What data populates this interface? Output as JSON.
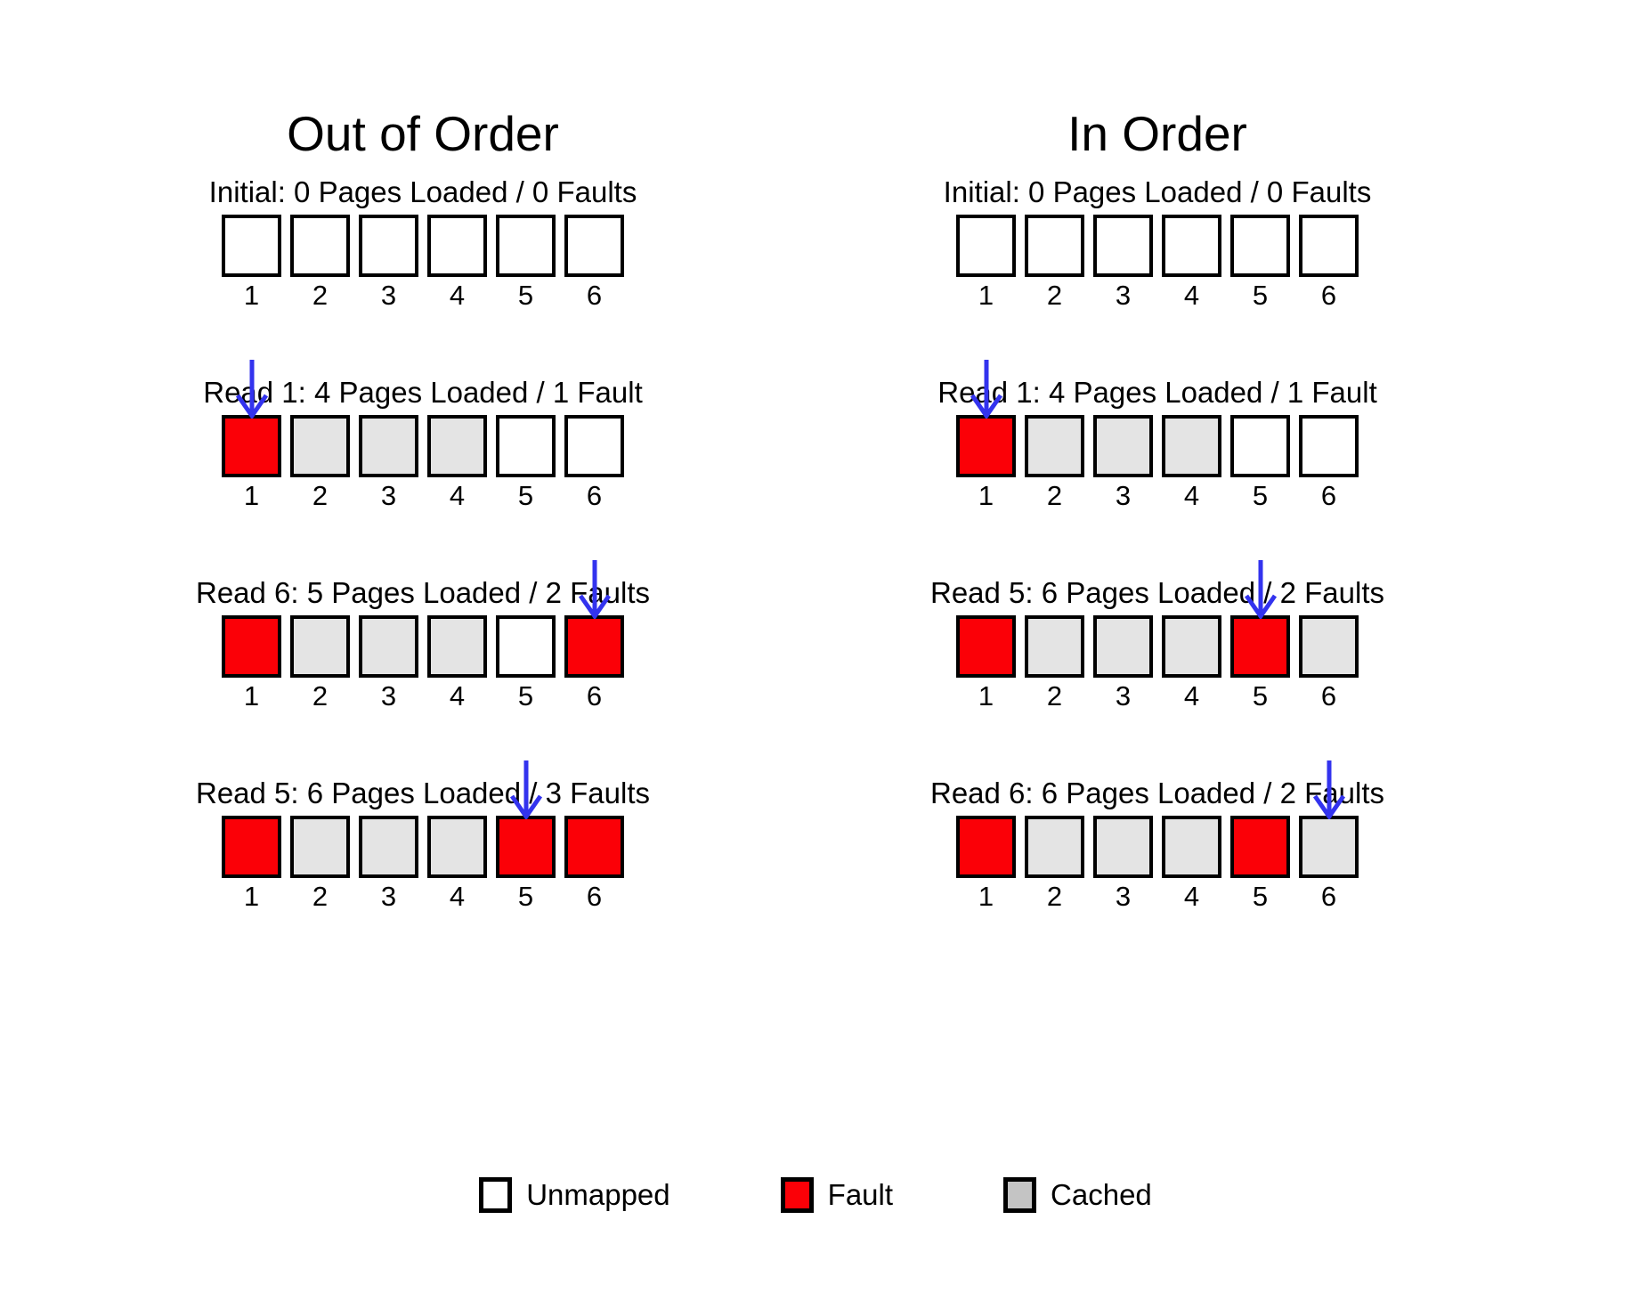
{
  "colors": {
    "fault": "#fb0007",
    "cached": "#e4e4e4",
    "unmapped": "#ffffff",
    "border": "#000000",
    "arrow": "#3333ee",
    "background": "#ffffff",
    "legend_cached_swatch": "#c4c4c4"
  },
  "columns": [
    {
      "id": "out-of-order",
      "title": "Out of Order",
      "steps": [
        {
          "caption": "Initial: 0 Pages Loaded / 0 Faults",
          "arrow_index": null,
          "cells": [
            {
              "label": "1",
              "state": "unmapped"
            },
            {
              "label": "2",
              "state": "unmapped"
            },
            {
              "label": "3",
              "state": "unmapped"
            },
            {
              "label": "4",
              "state": "unmapped"
            },
            {
              "label": "5",
              "state": "unmapped"
            },
            {
              "label": "6",
              "state": "unmapped"
            }
          ]
        },
        {
          "caption": "Read 1: 4 Pages Loaded / 1 Fault",
          "arrow_index": 0,
          "cells": [
            {
              "label": "1",
              "state": "fault"
            },
            {
              "label": "2",
              "state": "cached"
            },
            {
              "label": "3",
              "state": "cached"
            },
            {
              "label": "4",
              "state": "cached"
            },
            {
              "label": "5",
              "state": "unmapped"
            },
            {
              "label": "6",
              "state": "unmapped"
            }
          ]
        },
        {
          "caption": "Read 6: 5 Pages Loaded / 2 Faults",
          "arrow_index": 5,
          "cells": [
            {
              "label": "1",
              "state": "fault"
            },
            {
              "label": "2",
              "state": "cached"
            },
            {
              "label": "3",
              "state": "cached"
            },
            {
              "label": "4",
              "state": "cached"
            },
            {
              "label": "5",
              "state": "unmapped"
            },
            {
              "label": "6",
              "state": "fault"
            }
          ]
        },
        {
          "caption": "Read 5: 6 Pages Loaded / 3 Faults",
          "arrow_index": 4,
          "cells": [
            {
              "label": "1",
              "state": "fault"
            },
            {
              "label": "2",
              "state": "cached"
            },
            {
              "label": "3",
              "state": "cached"
            },
            {
              "label": "4",
              "state": "cached"
            },
            {
              "label": "5",
              "state": "fault"
            },
            {
              "label": "6",
              "state": "fault"
            }
          ]
        }
      ]
    },
    {
      "id": "in-order",
      "title": "In Order",
      "steps": [
        {
          "caption": "Initial: 0 Pages Loaded / 0 Faults",
          "arrow_index": null,
          "cells": [
            {
              "label": "1",
              "state": "unmapped"
            },
            {
              "label": "2",
              "state": "unmapped"
            },
            {
              "label": "3",
              "state": "unmapped"
            },
            {
              "label": "4",
              "state": "unmapped"
            },
            {
              "label": "5",
              "state": "unmapped"
            },
            {
              "label": "6",
              "state": "unmapped"
            }
          ]
        },
        {
          "caption": "Read 1: 4 Pages Loaded / 1 Fault",
          "arrow_index": 0,
          "cells": [
            {
              "label": "1",
              "state": "fault"
            },
            {
              "label": "2",
              "state": "cached"
            },
            {
              "label": "3",
              "state": "cached"
            },
            {
              "label": "4",
              "state": "cached"
            },
            {
              "label": "5",
              "state": "unmapped"
            },
            {
              "label": "6",
              "state": "unmapped"
            }
          ]
        },
        {
          "caption": "Read 5: 6 Pages Loaded / 2 Faults",
          "arrow_index": 4,
          "cells": [
            {
              "label": "1",
              "state": "fault"
            },
            {
              "label": "2",
              "state": "cached"
            },
            {
              "label": "3",
              "state": "cached"
            },
            {
              "label": "4",
              "state": "cached"
            },
            {
              "label": "5",
              "state": "fault"
            },
            {
              "label": "6",
              "state": "cached"
            }
          ]
        },
        {
          "caption": "Read 6: 6 Pages Loaded / 2 Faults",
          "arrow_index": 5,
          "cells": [
            {
              "label": "1",
              "state": "fault"
            },
            {
              "label": "2",
              "state": "cached"
            },
            {
              "label": "3",
              "state": "cached"
            },
            {
              "label": "4",
              "state": "cached"
            },
            {
              "label": "5",
              "state": "fault"
            },
            {
              "label": "6",
              "state": "cached"
            }
          ]
        }
      ]
    }
  ],
  "legend": {
    "items": [
      {
        "label": "Unmapped",
        "state": "unmapped"
      },
      {
        "label": "Fault",
        "state": "fault"
      },
      {
        "label": "Cached",
        "state": "cached"
      }
    ]
  },
  "layout": {
    "step_tops": [
      195,
      420,
      645,
      870
    ]
  }
}
